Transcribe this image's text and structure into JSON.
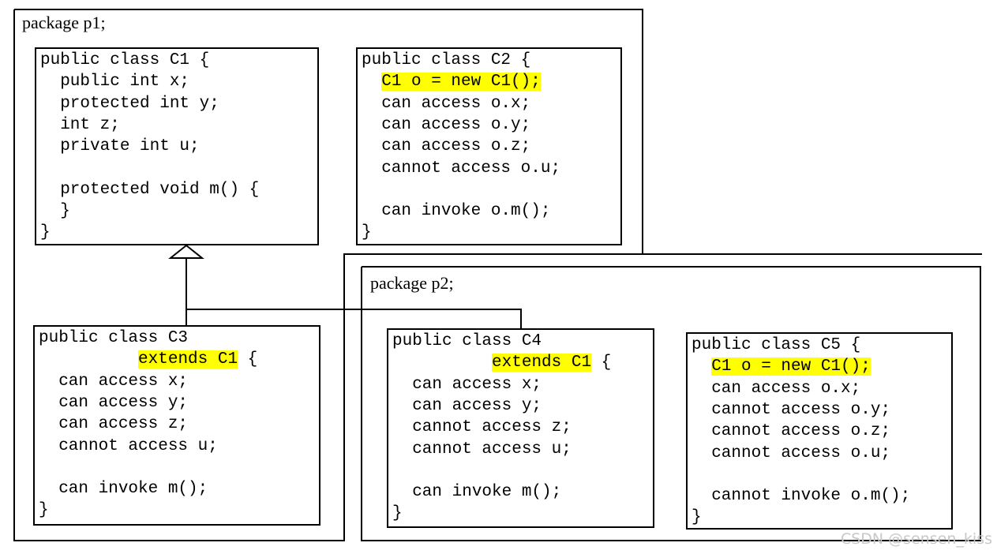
{
  "packages": [
    {
      "id": "p1",
      "label": "package p1;"
    },
    {
      "id": "p2",
      "label": "package p2;"
    }
  ],
  "classes": [
    {
      "id": "c1",
      "lines": [
        [
          {
            "text": "public class C1 {",
            "hl": false
          }
        ],
        [
          {
            "text": "  public int x;",
            "hl": false
          }
        ],
        [
          {
            "text": "  protected int y;",
            "hl": false
          }
        ],
        [
          {
            "text": "  int z;",
            "hl": false
          }
        ],
        [
          {
            "text": "  private int u;",
            "hl": false
          }
        ],
        [
          {
            "text": "",
            "hl": false
          }
        ],
        [
          {
            "text": "  protected void m() {",
            "hl": false
          }
        ],
        [
          {
            "text": "  }",
            "hl": false
          }
        ],
        [
          {
            "text": "}",
            "hl": false
          }
        ]
      ]
    },
    {
      "id": "c2",
      "lines": [
        [
          {
            "text": "public class C2 {",
            "hl": false
          }
        ],
        [
          {
            "text": "  ",
            "hl": false
          },
          {
            "text": "C1 o = new C1();",
            "hl": true
          }
        ],
        [
          {
            "text": "  can access o.x;",
            "hl": false
          }
        ],
        [
          {
            "text": "  can access o.y;",
            "hl": false
          }
        ],
        [
          {
            "text": "  can access o.z;",
            "hl": false
          }
        ],
        [
          {
            "text": "  cannot access o.u;",
            "hl": false
          }
        ],
        [
          {
            "text": "",
            "hl": false
          }
        ],
        [
          {
            "text": "  can invoke o.m();",
            "hl": false
          }
        ],
        [
          {
            "text": "}",
            "hl": false
          }
        ]
      ]
    },
    {
      "id": "c3",
      "lines": [
        [
          {
            "text": "public class C3",
            "hl": false
          }
        ],
        [
          {
            "text": "          ",
            "hl": false
          },
          {
            "text": "extends C1",
            "hl": true
          },
          {
            "text": " {",
            "hl": false
          }
        ],
        [
          {
            "text": "  can access x;",
            "hl": false
          }
        ],
        [
          {
            "text": "  can access y;",
            "hl": false
          }
        ],
        [
          {
            "text": "  can access z;",
            "hl": false
          }
        ],
        [
          {
            "text": "  cannot access u;",
            "hl": false
          }
        ],
        [
          {
            "text": "",
            "hl": false
          }
        ],
        [
          {
            "text": "  can invoke m();",
            "hl": false
          }
        ],
        [
          {
            "text": "}",
            "hl": false
          }
        ]
      ]
    },
    {
      "id": "c4",
      "lines": [
        [
          {
            "text": "public class C4",
            "hl": false
          }
        ],
        [
          {
            "text": "          ",
            "hl": false
          },
          {
            "text": "extends C1",
            "hl": true
          },
          {
            "text": " {",
            "hl": false
          }
        ],
        [
          {
            "text": "  can access x;",
            "hl": false
          }
        ],
        [
          {
            "text": "  can access y;",
            "hl": false
          }
        ],
        [
          {
            "text": "  cannot access z;",
            "hl": false
          }
        ],
        [
          {
            "text": "  cannot access u;",
            "hl": false
          }
        ],
        [
          {
            "text": "",
            "hl": false
          }
        ],
        [
          {
            "text": "  can invoke m();",
            "hl": false
          }
        ],
        [
          {
            "text": "}",
            "hl": false
          }
        ]
      ]
    },
    {
      "id": "c5",
      "lines": [
        [
          {
            "text": "public class C5 {",
            "hl": false
          }
        ],
        [
          {
            "text": "  ",
            "hl": false
          },
          {
            "text": "C1 o = new C1();",
            "hl": true
          }
        ],
        [
          {
            "text": "  can access o.x;",
            "hl": false
          }
        ],
        [
          {
            "text": "  cannot access o.y;",
            "hl": false
          }
        ],
        [
          {
            "text": "  cannot access o.z;",
            "hl": false
          }
        ],
        [
          {
            "text": "  cannot access o.u;",
            "hl": false
          }
        ],
        [
          {
            "text": "",
            "hl": false
          }
        ],
        [
          {
            "text": "  cannot invoke o.m();",
            "hl": false
          }
        ],
        [
          {
            "text": "}",
            "hl": false
          }
        ]
      ]
    }
  ],
  "watermark": "CSDN @sensen_kiss",
  "colors": {
    "highlight": "#ffff00",
    "line": "#000000",
    "watermark": "#c8c8c8"
  }
}
